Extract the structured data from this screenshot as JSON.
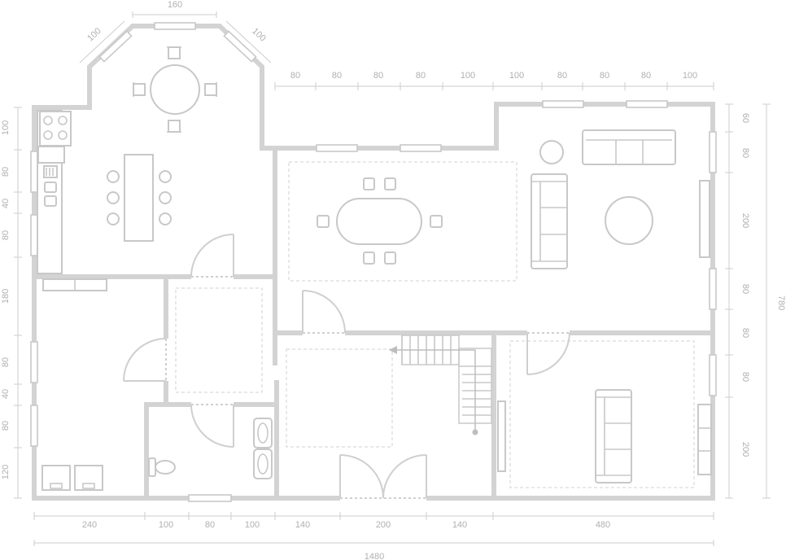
{
  "colors": {
    "wall": "#d3d3d3",
    "line": "#c8c8c8",
    "text": "#b0b0b0",
    "background": "#ffffff"
  },
  "dimensions": {
    "bay_top": "160",
    "bay_left_diagonal": "100",
    "bay_right_diagonal": "100",
    "top_right": [
      "80",
      "80",
      "80",
      "80",
      "100",
      "100",
      "80",
      "80",
      "80",
      "100"
    ],
    "bottom": [
      "240",
      "100",
      "80",
      "100",
      "140",
      "200",
      "140",
      "480"
    ],
    "total_width": "1480",
    "left_side": [
      "100",
      "80",
      "40",
      "80",
      "180",
      "80",
      "40",
      "80",
      "120"
    ],
    "right_side": [
      "60",
      "80",
      "200",
      "80",
      "80",
      "80",
      "200"
    ],
    "total_height": "780"
  }
}
